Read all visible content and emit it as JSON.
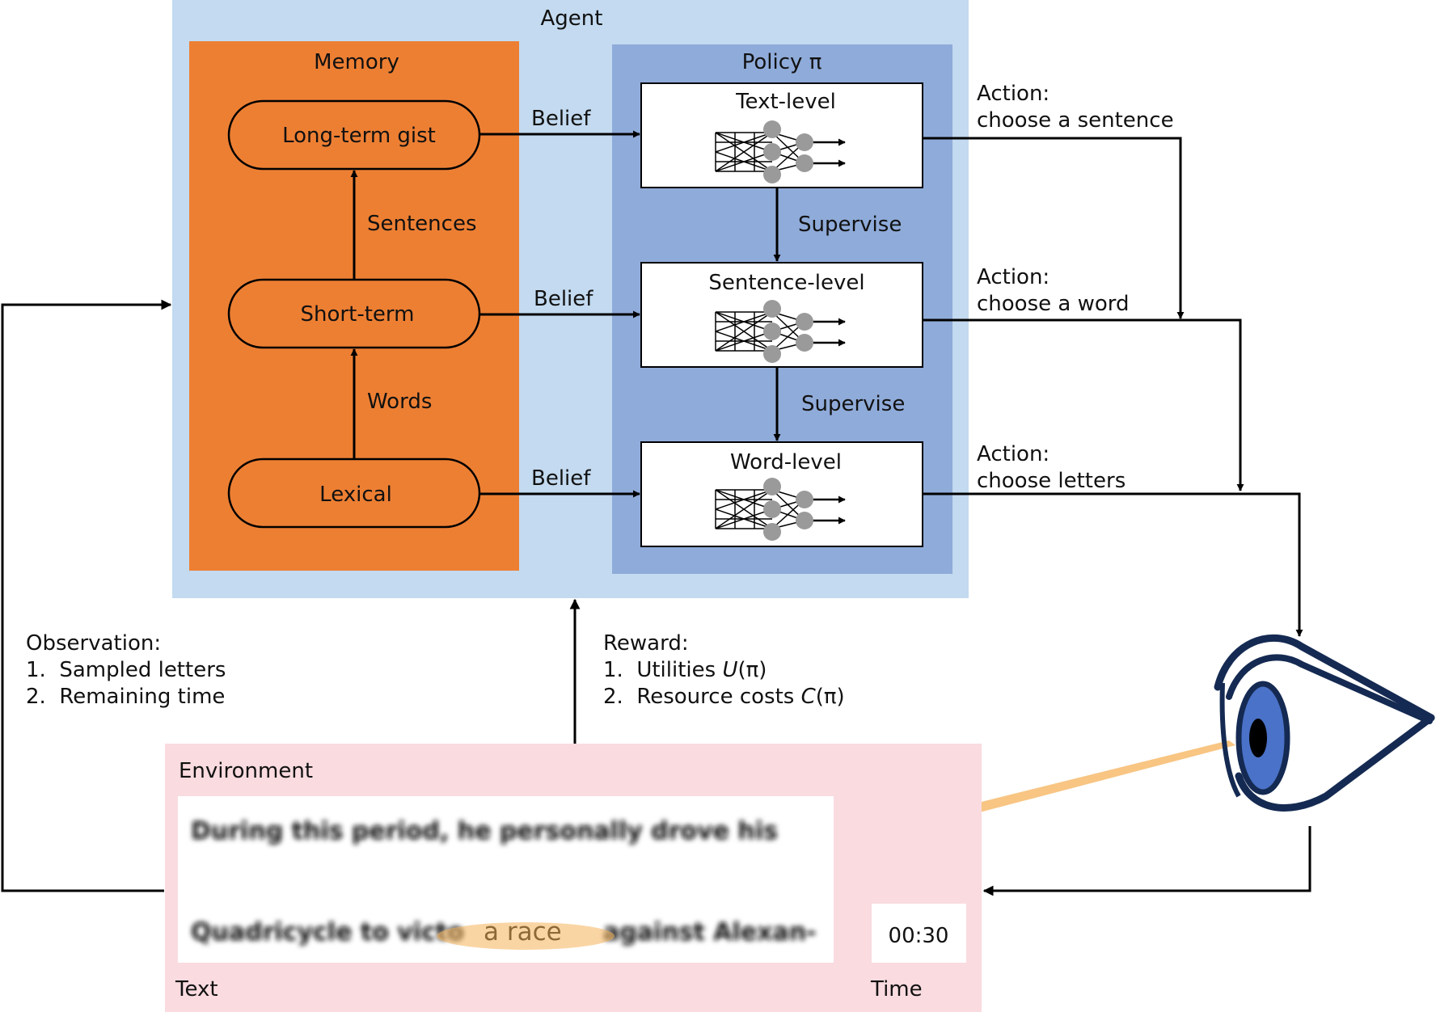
{
  "colors": {
    "agent_bg": "#c3daf0",
    "memory_bg": "#ed7f33",
    "policy_bg": "#8fabd9",
    "environment_bg": "#f9dbe0",
    "arrow": "#000000",
    "eye_outline": "#152a52",
    "iris": "#4a72c8",
    "gaze": "#f5b25a",
    "node": "#9a9a9a"
  },
  "agent": {
    "title": "Agent"
  },
  "memory": {
    "title": "Memory",
    "boxes": [
      "Long-term gist",
      "Short-term",
      "Lexical"
    ],
    "links": [
      "Sentences",
      "Words"
    ]
  },
  "policy": {
    "title": "Policy π",
    "levels": [
      "Text-level",
      "Sentence-level",
      "Word-level"
    ],
    "supervise": [
      "Supervise",
      "Supervise"
    ],
    "belief": [
      "Belief",
      "Belief",
      "Belief"
    ]
  },
  "actions": [
    {
      "title": "Action:",
      "text": "choose a sentence"
    },
    {
      "title": "Action:",
      "text": "choose a word"
    },
    {
      "title": "Action:",
      "text": "choose letters"
    }
  ],
  "observation": {
    "title": "Observation:",
    "items": [
      "1.  Sampled letters",
      "2.  Remaining time"
    ]
  },
  "reward": {
    "title": "Reward:",
    "items": [
      {
        "prefix": "1.  Utilities ",
        "symbol": "U",
        "suffix": "(π)"
      },
      {
        "prefix": "2.  Resource costs ",
        "symbol": "C",
        "suffix": "(π)"
      }
    ]
  },
  "environment": {
    "title": "Environment",
    "text_line1_blurred": "During this period, he personally drove his",
    "text_line2_left_blurred": "Quadricycle to victo",
    "text_focus": "a race",
    "text_line2_right_blurred": "against Alexan-",
    "text_label": "Text",
    "time_value": "00:30",
    "time_label": "Time"
  },
  "icons": {
    "eye": "eye-icon",
    "network": "neural-network-icon"
  }
}
